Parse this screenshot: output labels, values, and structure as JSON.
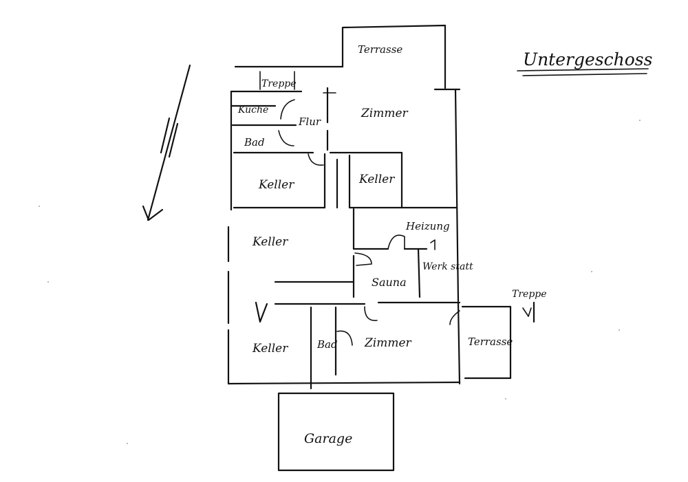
{
  "title": "Untergeschoss",
  "rooms": {
    "terrasse_top": "Terrasse",
    "treppe_top": "Treppe",
    "kueche": "Küche",
    "flur": "Flur",
    "bad_top": "Bad",
    "zimmer_top": "Zimmer",
    "keller_1": "Keller",
    "keller_2": "Keller",
    "keller_3": "Keller",
    "keller_4": "Keller",
    "heizung": "Heizung",
    "werkstatt": "Werk statt",
    "sauna": "Sauna",
    "bad_bottom": "Bad",
    "zimmer_bottom": "Zimmer",
    "terrasse_right": "Terrasse",
    "treppe_right": "Treppe",
    "garage": "Garage"
  },
  "icons": {
    "north_arrow": "north-arrow-icon"
  }
}
